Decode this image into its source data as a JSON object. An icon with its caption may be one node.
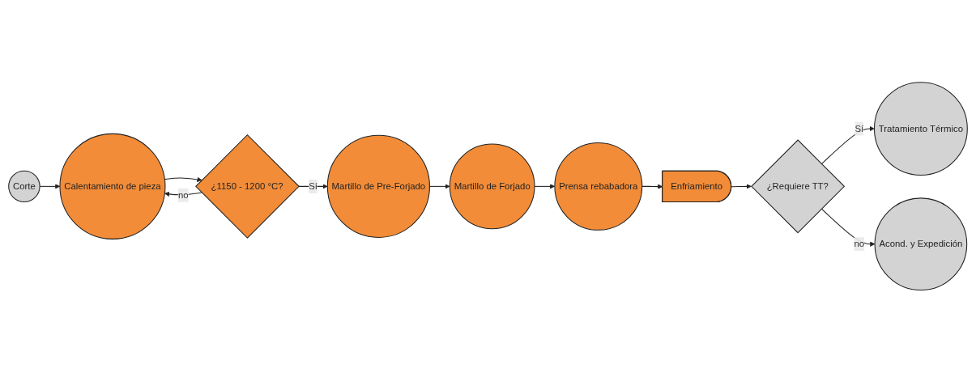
{
  "diagram": {
    "nodes": [
      {
        "text": [
          "Corte"
        ]
      },
      {
        "text": [
          "Calentamiento de pieza"
        ]
      },
      {
        "text": [
          "¿1150 - 1200 °C?"
        ]
      },
      {
        "text": [
          "Martillo de Pre-Forjado"
        ]
      },
      {
        "text": [
          "Martillo de Forjado"
        ]
      },
      {
        "text": [
          "Prensa rebabadora"
        ]
      },
      {
        "text": [
          "Enfriamiento"
        ]
      },
      {
        "text": [
          "¿Requiere TT?"
        ]
      },
      {
        "text": [
          "Tratamiento Térmico"
        ]
      },
      {
        "text": [
          "Acond. y Expedición"
        ]
      }
    ],
    "edges": [
      {
        "from": 0,
        "to": 1,
        "arrow": "to"
      },
      {
        "from": 1,
        "to": 2,
        "arrow": "to"
      },
      {
        "from": 2,
        "to": 3,
        "arrow": "to",
        "label": "Sí"
      },
      {
        "from": 3,
        "to": 4,
        "arrow": "to"
      },
      {
        "from": 4,
        "to": 5,
        "arrow": "to"
      },
      {
        "from": 5,
        "to": 6,
        "arrow": "to"
      },
      {
        "from": 6,
        "to": 7,
        "arrow": "to"
      },
      {
        "from": 7,
        "to": 8,
        "arrow": "to",
        "label": "Sí"
      },
      {
        "from": 7,
        "to": 9,
        "arrow": "to",
        "label": "no"
      },
      {
        "from": 2,
        "to": 1,
        "arrow": "to",
        "label": "no"
      }
    ]
  }
}
